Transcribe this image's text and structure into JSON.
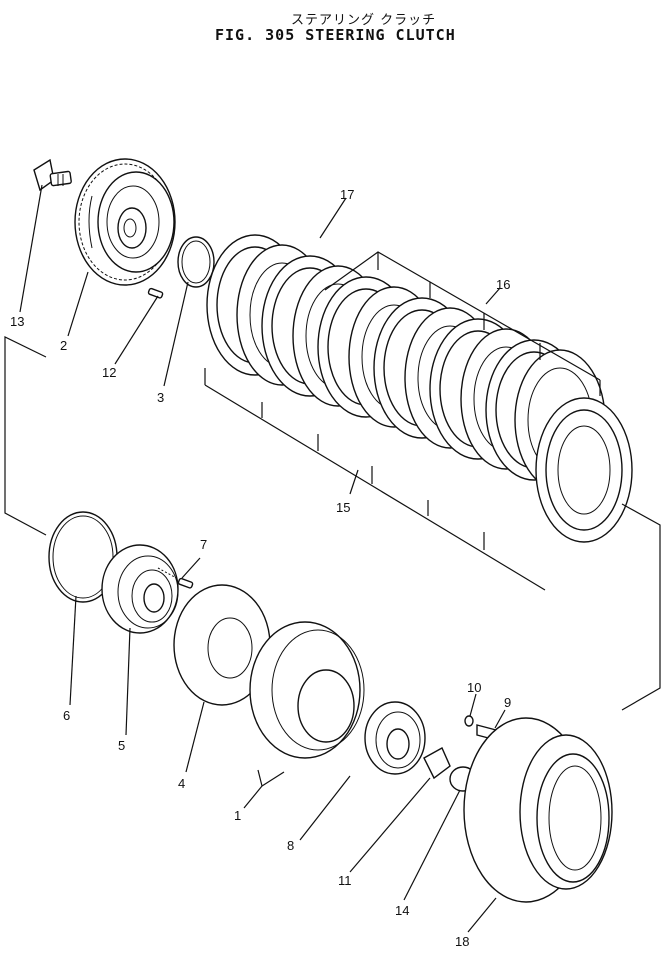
{
  "title": {
    "japanese": "ステアリング クラッチ",
    "english": "FIG. 305  STEERING  CLUTCH"
  },
  "callouts": [
    "1",
    "2",
    "3",
    "4",
    "5",
    "6",
    "7",
    "8",
    "9",
    "10",
    "11",
    "12",
    "13",
    "14",
    "15",
    "16",
    "17",
    "18"
  ]
}
